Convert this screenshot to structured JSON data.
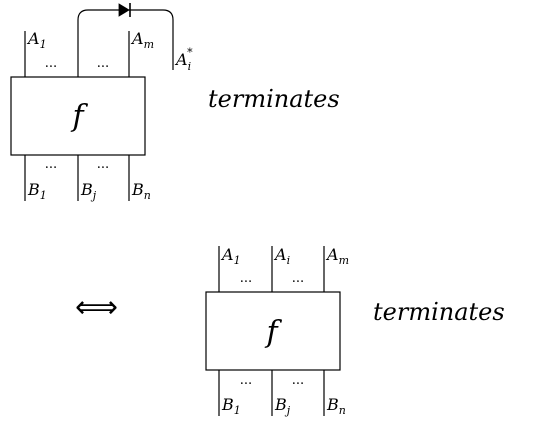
{
  "top_diagram": {
    "box_label": "f",
    "inputs": [
      {
        "base": "A",
        "sub": "1",
        "sup": ""
      },
      {
        "base": "A",
        "sub": "m",
        "sup": ""
      }
    ],
    "feedback_output": {
      "base": "A",
      "sub": "i",
      "sup": "*"
    },
    "outputs": [
      {
        "base": "B",
        "sub": "1",
        "sup": ""
      },
      {
        "base": "B",
        "sub": "j",
        "sup": ""
      },
      {
        "base": "B",
        "sub": "n",
        "sup": ""
      }
    ],
    "dots": "...",
    "side_text": "terminates"
  },
  "equivalence_symbol": "⟺",
  "bottom_diagram": {
    "box_label": "f",
    "inputs": [
      {
        "base": "A",
        "sub": "1",
        "sup": ""
      },
      {
        "base": "A",
        "sub": "i",
        "sup": ""
      },
      {
        "base": "A",
        "sub": "m",
        "sup": ""
      }
    ],
    "outputs": [
      {
        "base": "B",
        "sub": "1",
        "sup": ""
      },
      {
        "base": "B",
        "sub": "j",
        "sup": ""
      },
      {
        "base": "B",
        "sub": "n",
        "sup": ""
      }
    ],
    "dots": "...",
    "side_text": "terminates"
  }
}
